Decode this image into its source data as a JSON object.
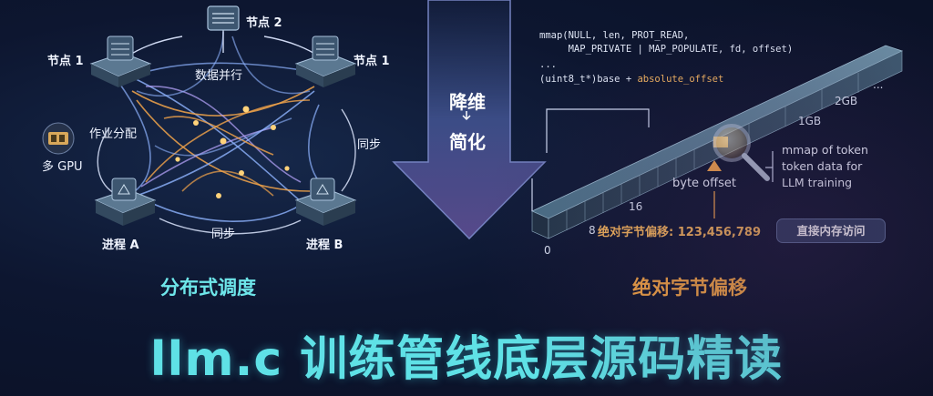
{
  "left_panel": {
    "top_node": "节点 2",
    "left_node": "节点 1",
    "right_node": "节点 1",
    "data_parallel": "数据并行",
    "job_dispatch": "作业分配",
    "multi_gpu": "多 GPU",
    "sync_right": "同步",
    "sync_bottom": "同步",
    "process_a": "进程 A",
    "process_b": "进程 B",
    "caption": "分布式调度"
  },
  "center_arrow": {
    "line1": "降维",
    "line2": "简化"
  },
  "right_panel": {
    "code_line1": "mmap(NULL, len, PROT_READ,",
    "code_line2": "     MAP_PRIVATE | MAP_POPULATE, fd, offset)",
    "code_line3": "...",
    "code_line4_prefix": "(uint8_t*)base + ",
    "code_line4_fn": "absolute_offset",
    "ticks": [
      "0",
      "8",
      "16",
      "1GB",
      "2GB",
      "..."
    ],
    "byte_offset": "byte offset",
    "mmap_note_1": "mmap of token",
    "mmap_note_2": "token data for",
    "mmap_note_3": "LLM training",
    "offset_label": "绝对字节偏移: 123,456,789",
    "direct_access": "直接内存访问",
    "caption": "绝对字节偏移"
  },
  "title": "llm.c 训练管线底层源码精读",
  "colors": {
    "title": "#5fe1e6",
    "left_caption": "#6ee6ea",
    "right_caption": "#f3a542",
    "accent_orange": "#f2a44a",
    "line_blue": "#8fb4ff"
  }
}
